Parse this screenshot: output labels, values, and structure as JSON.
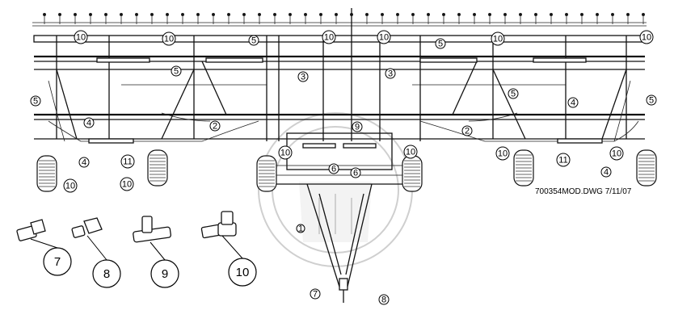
{
  "drawing": {
    "ref": "700354MOD.DWG 7/11/07"
  },
  "callouts": {
    "main": [
      {
        "n": "10"
      },
      {
        "n": "10"
      },
      {
        "n": "10"
      },
      {
        "n": "10"
      },
      {
        "n": "10"
      },
      {
        "n": "10"
      },
      {
        "n": "5"
      },
      {
        "n": "5"
      },
      {
        "n": "5"
      },
      {
        "n": "5"
      },
      {
        "n": "5"
      },
      {
        "n": "5"
      },
      {
        "n": "3"
      },
      {
        "n": "3"
      },
      {
        "n": "2"
      },
      {
        "n": "2"
      },
      {
        "n": "4"
      },
      {
        "n": "4"
      },
      {
        "n": "4"
      },
      {
        "n": "4"
      },
      {
        "n": "9"
      },
      {
        "n": "10"
      },
      {
        "n": "10"
      },
      {
        "n": "11"
      },
      {
        "n": "11"
      },
      {
        "n": "6"
      },
      {
        "n": "6"
      },
      {
        "n": "10"
      },
      {
        "n": "10"
      },
      {
        "n": "10"
      },
      {
        "n": "10"
      },
      {
        "n": "1"
      },
      {
        "n": "7"
      },
      {
        "n": "8"
      }
    ],
    "fittings": [
      {
        "n": "7"
      },
      {
        "n": "8"
      },
      {
        "n": "9"
      },
      {
        "n": "10"
      }
    ]
  }
}
